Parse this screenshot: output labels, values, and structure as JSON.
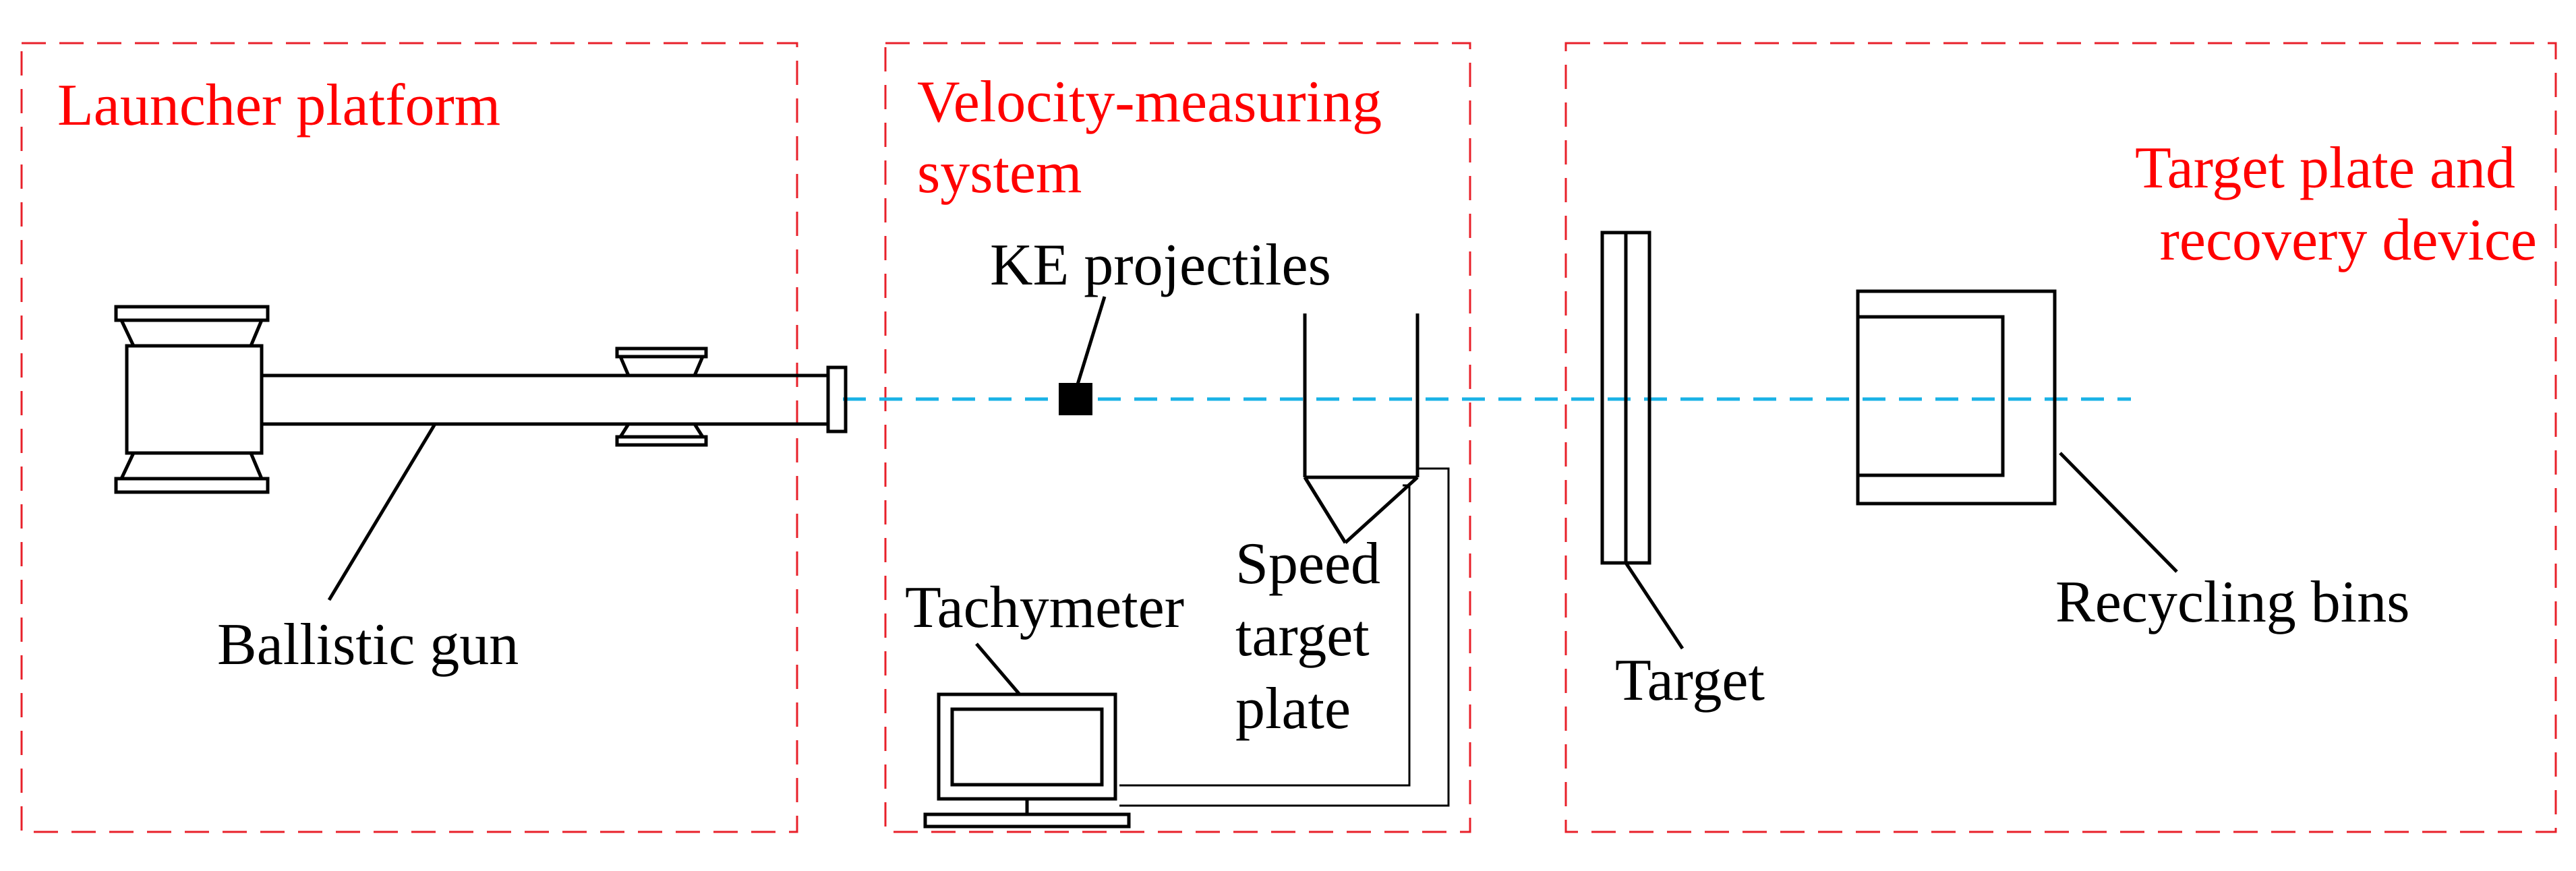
{
  "sections": {
    "launcher": {
      "label": "Launcher platform"
    },
    "velocity": {
      "label_line1": "Velocity-measuring",
      "label_line2": "system"
    },
    "target_recovery": {
      "label_line1": "Target plate and",
      "label_line2": "recovery device"
    }
  },
  "components": {
    "ballistic_gun": "Ballistic gun",
    "ke_projectiles": "KE projectiles",
    "tachymeter": "Tachymeter",
    "speed_target_plate": [
      "Speed",
      "target",
      "plate"
    ],
    "target": "Target",
    "recycling_bins": "Recycling bins"
  },
  "colors": {
    "section_border": "#e8202a",
    "section_text": "#ff0000",
    "projectile_axis": "#1ab2e6",
    "lines": "#000000"
  }
}
